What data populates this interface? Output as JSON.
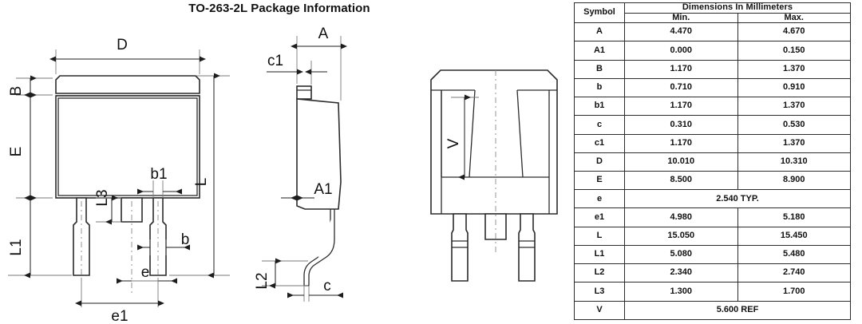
{
  "title": "TO-263-2L Package Information",
  "table": {
    "symbol_header": "Symbol",
    "group_header": "Dimensions In Millimeters",
    "col_min": "Min.",
    "col_max": "Max.",
    "rows": [
      {
        "symbol": "A",
        "min": "4.470",
        "max": "4.670",
        "merged": null
      },
      {
        "symbol": "A1",
        "min": "0.000",
        "max": "0.150",
        "merged": null
      },
      {
        "symbol": "B",
        "min": "1.170",
        "max": "1.370",
        "merged": null
      },
      {
        "symbol": "b",
        "min": "0.710",
        "max": "0.910",
        "merged": null
      },
      {
        "symbol": "b1",
        "min": "1.170",
        "max": "1.370",
        "merged": null
      },
      {
        "symbol": "c",
        "min": "0.310",
        "max": "0.530",
        "merged": null
      },
      {
        "symbol": "c1",
        "min": "1.170",
        "max": "1.370",
        "merged": null
      },
      {
        "symbol": "D",
        "min": "10.010",
        "max": "10.310",
        "merged": null
      },
      {
        "symbol": "E",
        "min": "8.500",
        "max": "8.900",
        "merged": null
      },
      {
        "symbol": "e",
        "min": null,
        "max": null,
        "merged": "2.540 TYP."
      },
      {
        "symbol": "e1",
        "min": "4.980",
        "max": "5.180",
        "merged": null
      },
      {
        "symbol": "L",
        "min": "15.050",
        "max": "15.450",
        "merged": null
      },
      {
        "symbol": "L1",
        "min": "5.080",
        "max": "5.480",
        "merged": null
      },
      {
        "symbol": "L2",
        "min": "2.340",
        "max": "2.740",
        "merged": null
      },
      {
        "symbol": "L3",
        "min": "1.300",
        "max": "1.700",
        "merged": null
      },
      {
        "symbol": "V",
        "min": null,
        "max": null,
        "merged": "5.600 REF"
      }
    ]
  },
  "drawings": {
    "top_view": {
      "name": "top-view",
      "labels": [
        "D",
        "B",
        "E",
        "L1",
        "L",
        "b1",
        "L3",
        "b",
        "e",
        "e1"
      ]
    },
    "side_view": {
      "name": "side-view",
      "labels": [
        "A",
        "c1",
        "A1",
        "L2",
        "c"
      ]
    },
    "bottom_view": {
      "name": "bottom-view",
      "labels": [
        "V"
      ]
    }
  },
  "style": {
    "line": "#2b2b2b",
    "thin": "#4a4a4a",
    "fill": "#ffffff"
  }
}
